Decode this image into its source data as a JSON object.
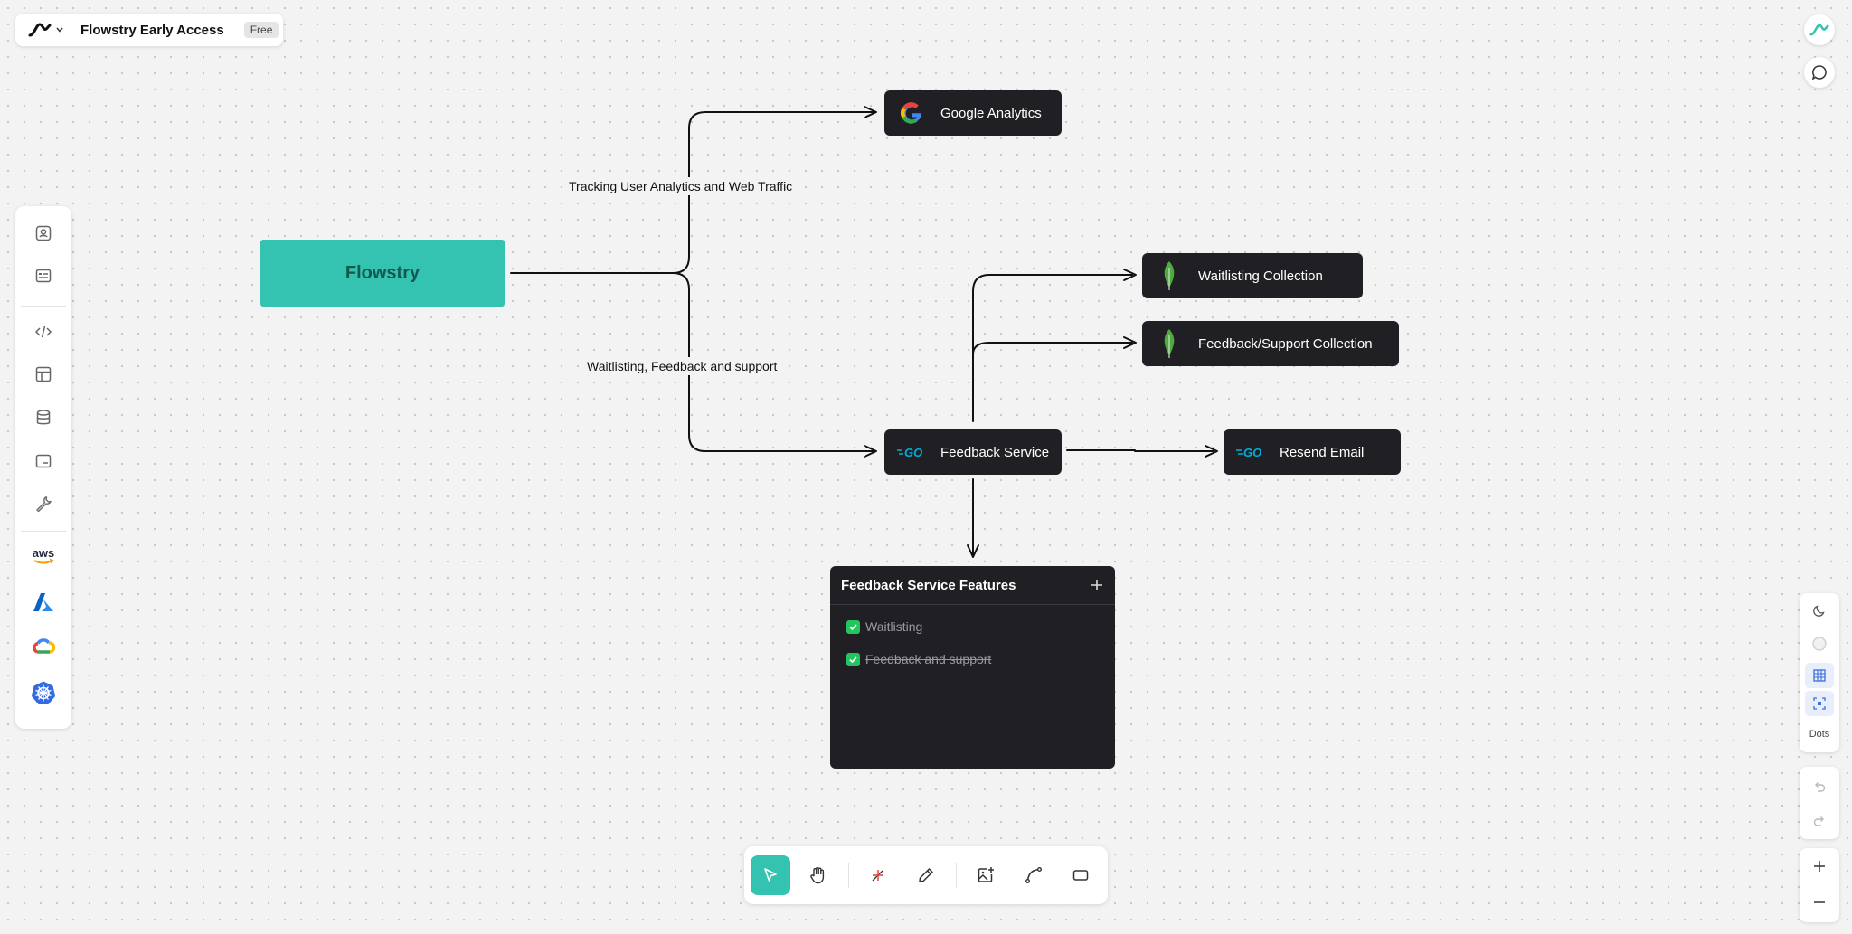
{
  "header": {
    "title": "Flowstry Early Access",
    "plan_badge": "Free"
  },
  "canvas": {
    "main_node": "Flowstry",
    "edge_labels": {
      "analytics": "Tracking User Analytics and Web Traffic",
      "feedback": "Waitlisting, Feedback and support"
    },
    "nodes": [
      {
        "label": "Google Analytics",
        "icon": "google-icon"
      },
      {
        "label": "Waitlisting Collection",
        "icon": "mongodb-icon"
      },
      {
        "label": "Feedback/Support Collection",
        "icon": "mongodb-icon"
      },
      {
        "label": "Feedback Service",
        "icon": "go-icon"
      },
      {
        "label": "Resend Email",
        "icon": "go-icon"
      }
    ],
    "features_card": {
      "title": "Feedback Service Features",
      "items": [
        {
          "label": "Waitlisting",
          "checked": true
        },
        {
          "label": "Feedback and support",
          "checked": true
        }
      ]
    },
    "go_text": "GO"
  },
  "sidebar": {
    "items": [
      "contact-icon",
      "list-card-icon",
      "code-icon",
      "layout-icon",
      "database-icon",
      "panel-icon",
      "wrench-icon",
      "aws-icon",
      "azure-icon",
      "gcp-icon",
      "kubernetes-icon"
    ],
    "aws_text": "aws"
  },
  "toolbar": {
    "tools": [
      "select",
      "hand",
      "laser",
      "pencil",
      "image",
      "connector",
      "rectangle"
    ],
    "active": "select"
  },
  "view_controls": {
    "background_label": "Dots"
  },
  "colors": {
    "accent": "#34c3b0",
    "node_bg": "#202024",
    "check": "#22c55e",
    "flowstry_text": "#115a52"
  }
}
